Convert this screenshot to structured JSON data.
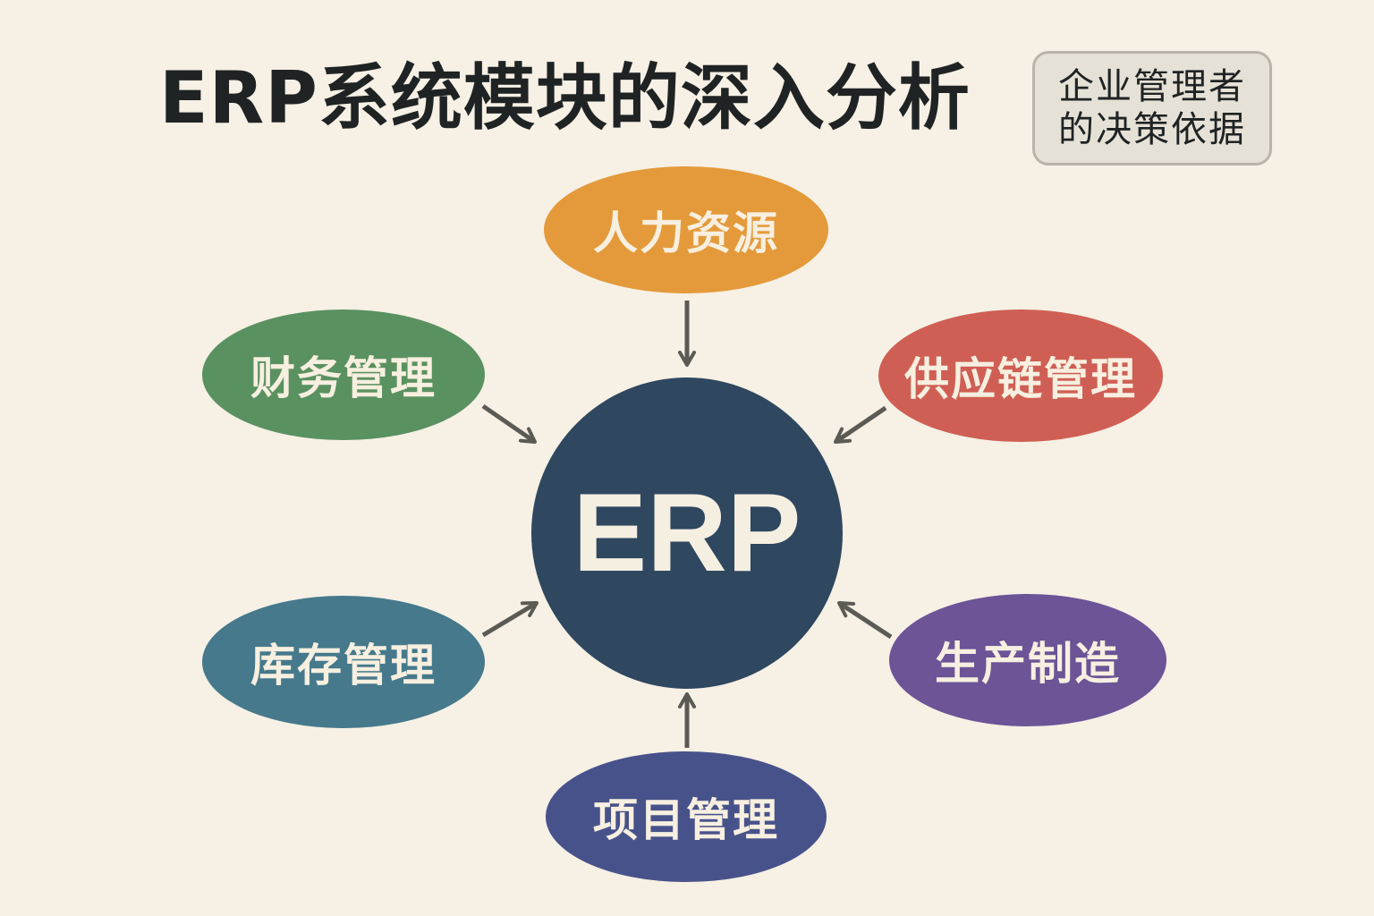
{
  "title": "ERP系统模块的深入分析",
  "badge": {
    "line1": "企业管理者",
    "line2": "的决策依据"
  },
  "center": {
    "label": "ERP",
    "color": "#2f475f"
  },
  "modules": [
    {
      "label": "人力资源",
      "color": "#e49a3a"
    },
    {
      "label": "财务管理",
      "color": "#5a9160"
    },
    {
      "label": "供应链管理",
      "color": "#cf5f54"
    },
    {
      "label": "库存管理",
      "color": "#45798b"
    },
    {
      "label": "生产制造",
      "color": "#6c5497"
    },
    {
      "label": "项目管理",
      "color": "#48528a"
    }
  ],
  "arrow_color": "#5b5a55"
}
